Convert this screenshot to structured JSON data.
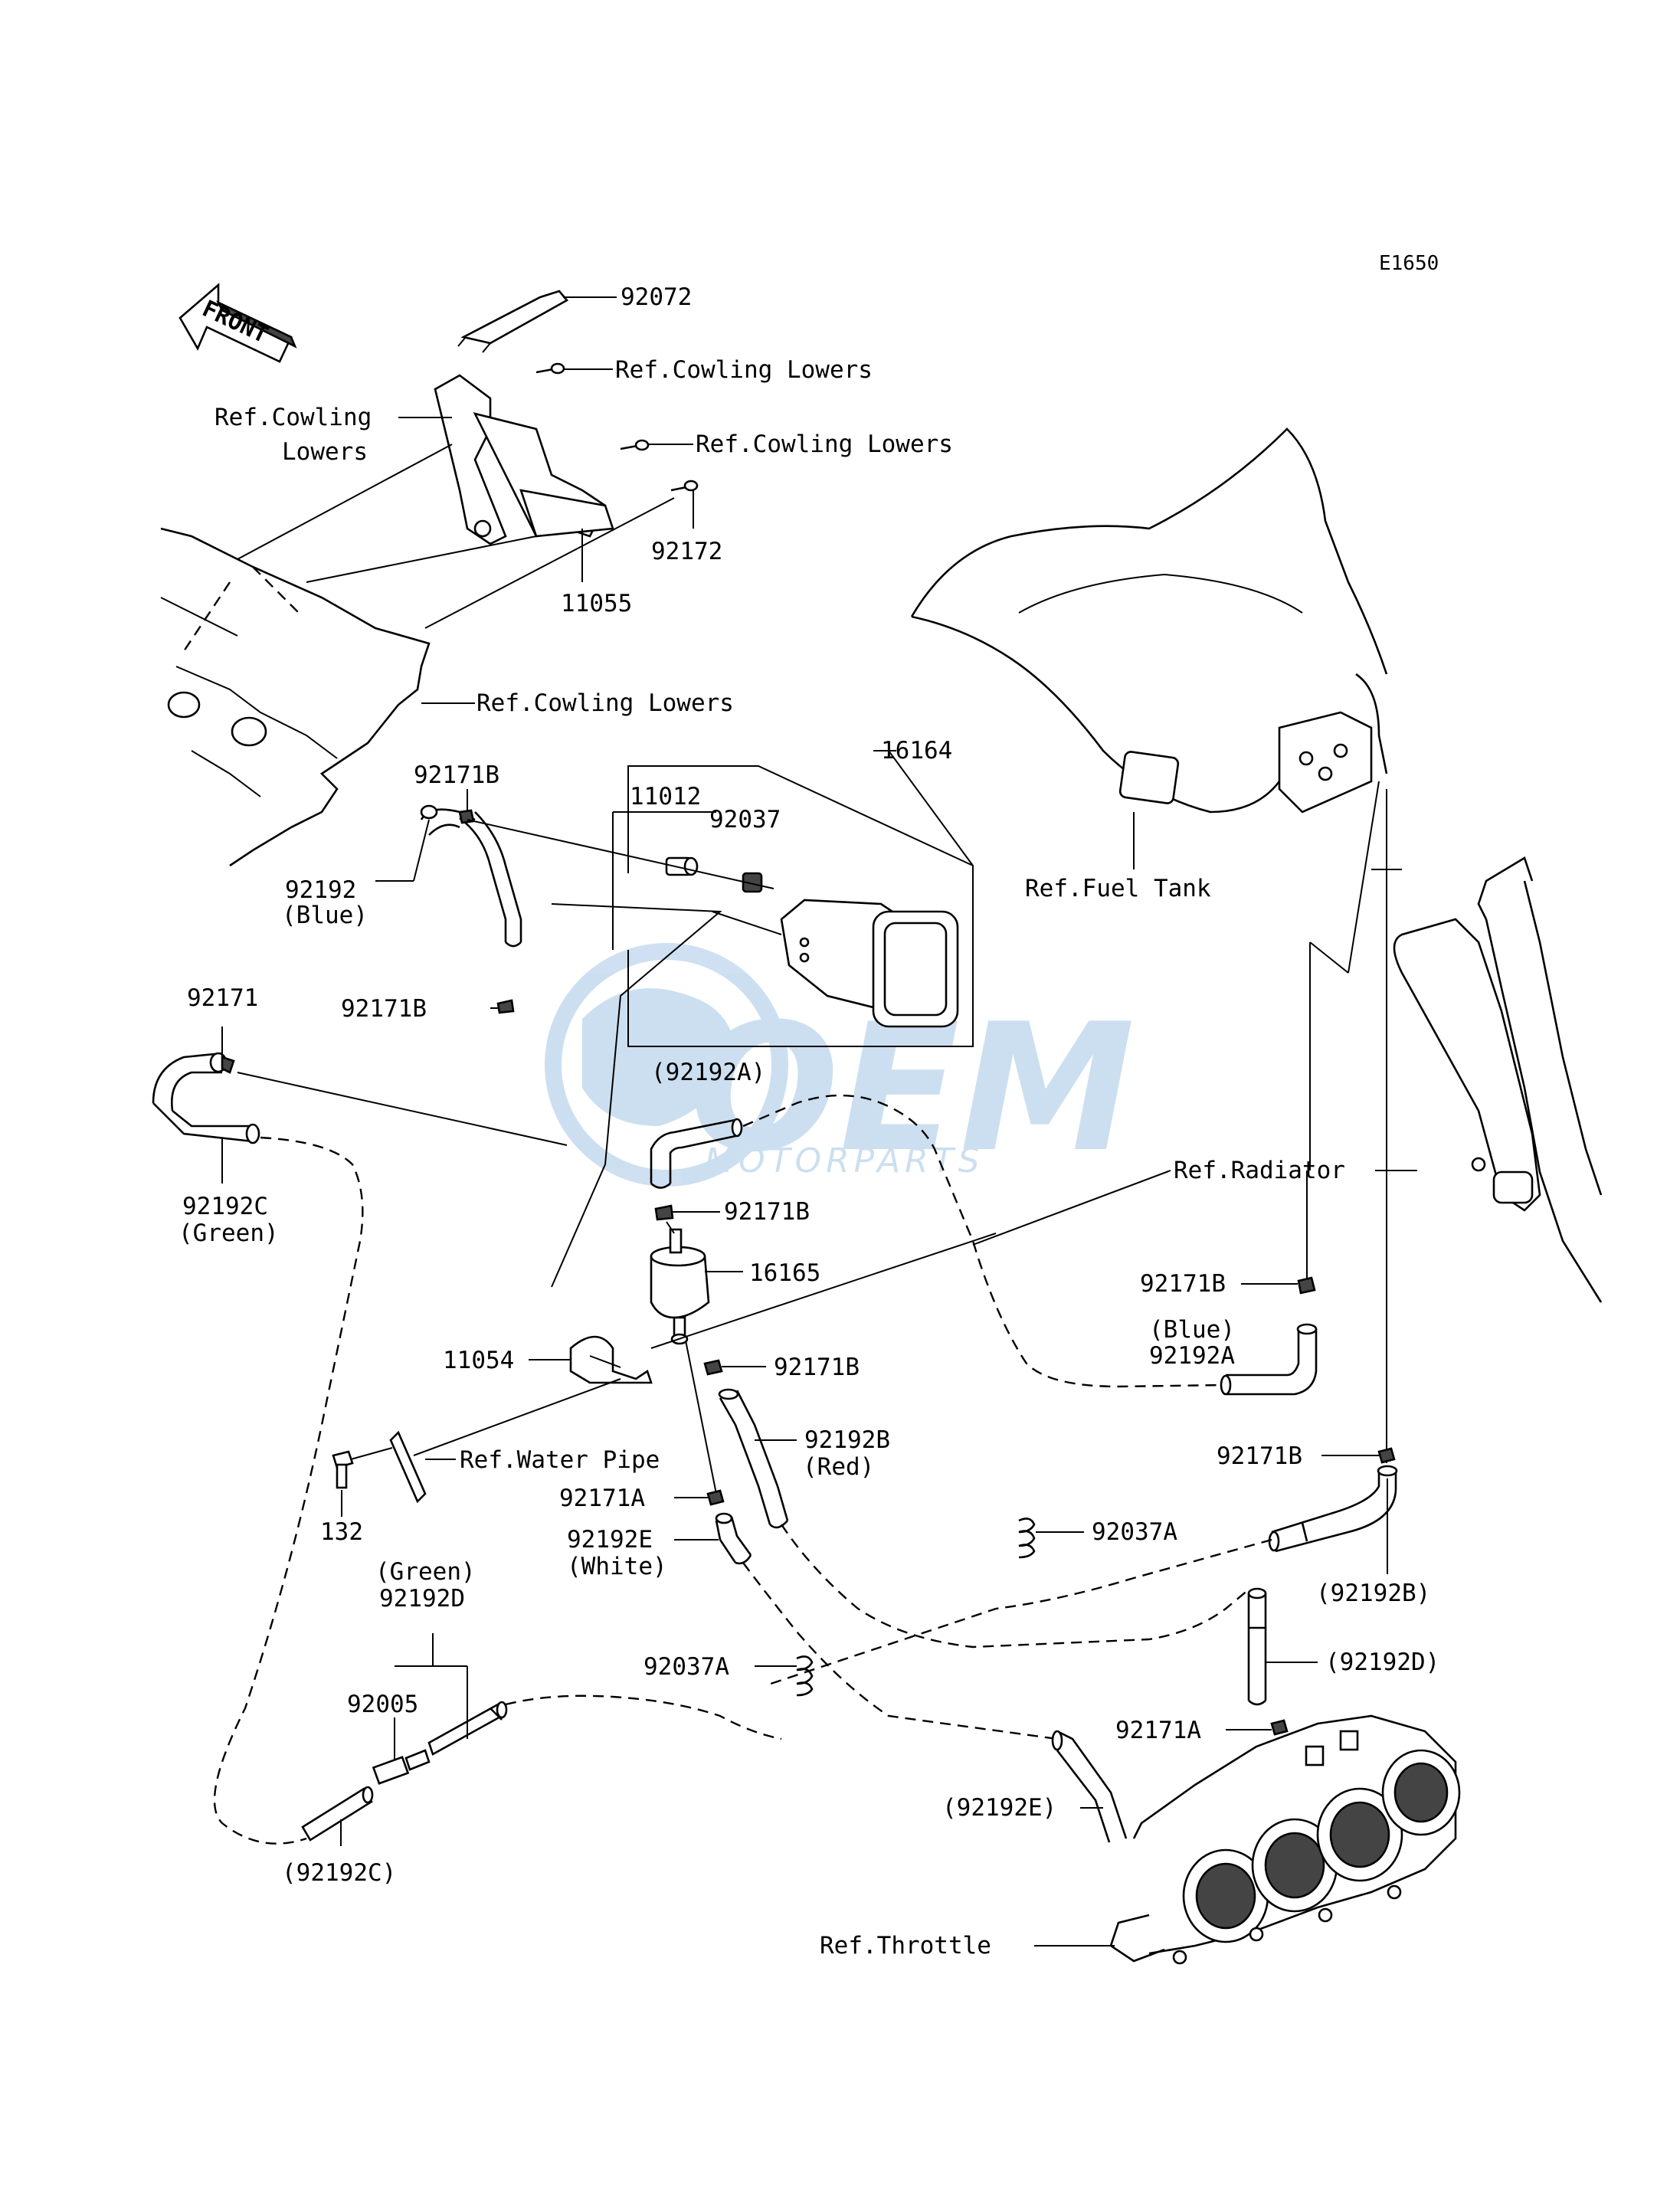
{
  "diagram_code": "E1650",
  "front_arrow": "FRONT",
  "watermark": {
    "brand": "OEM",
    "sub": "MOTORPARTS"
  },
  "labels": {
    "p92072": "92072",
    "ref_cowling_1": "Ref.Cowling Lowers",
    "ref_cowling_2a": "Ref.Cowling",
    "ref_cowling_2b": "Lowers",
    "ref_cowling_3": "Ref.Cowling Lowers",
    "p92172": "92172",
    "p11055": "11055",
    "ref_cowling_4": "Ref.Cowling Lowers",
    "p16164": "16164",
    "p11012": "11012",
    "p92037": "92037",
    "p92171B_1": "92171B",
    "p92192_blue": "92192",
    "blue_1": "(Blue)",
    "p92171": "92171",
    "p92171B_2": "92171B",
    "p92192A_ref": "(92192A)",
    "p92192C": "92192C",
    "green_1": "(Green)",
    "p92171B_3": "92171B",
    "p16165": "16165",
    "ref_radiator": "Ref.Radiator",
    "ref_fuel_tank": "Ref.Fuel Tank",
    "p92171B_4": "92171B",
    "blue_2": "(Blue)",
    "p92192A": "92192A",
    "p11054": "11054",
    "p92171B_5": "92171B",
    "ref_water_pipe": "Ref.Water Pipe",
    "p92192B": "92192B",
    "red": "(Red)",
    "p92171A_1": "92171A",
    "p92192E": "92192E",
    "white": "(White)",
    "p132": "132",
    "p92037A_1": "92037A",
    "p92171B_6": "92171B",
    "p92192B_ref": "(92192B)",
    "green_2": "(Green)",
    "p92192D": "92192D",
    "p92037A_2": "92037A",
    "p92192D_ref": "(92192D)",
    "p92005": "92005",
    "p92171A_2": "92171A",
    "p92192E_ref": "(92192E)",
    "p92192C_ref": "(92192C)",
    "ref_throttle": "Ref.Throttle"
  }
}
